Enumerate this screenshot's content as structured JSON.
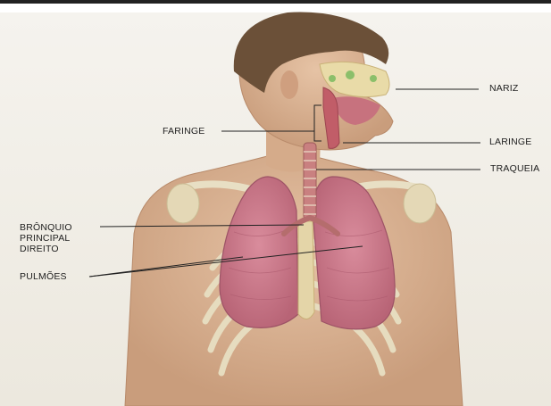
{
  "labels": {
    "nariz": "NARIZ",
    "faringe": "FARINGE",
    "laringe": "LARINGE",
    "traqueia": "TRAQUEIA",
    "bronquio": "BRÔNQUIO\nPRINCIPAL\nDIREITO",
    "pulmoes": "PULMÕES"
  },
  "colors": {
    "background": "#f3f1ea",
    "skin": "#d9b392",
    "hair": "#6b5038",
    "lung": "#c8798a",
    "bone": "#e8dfc4",
    "airway": "#c98080",
    "leader_line": "#222222"
  }
}
